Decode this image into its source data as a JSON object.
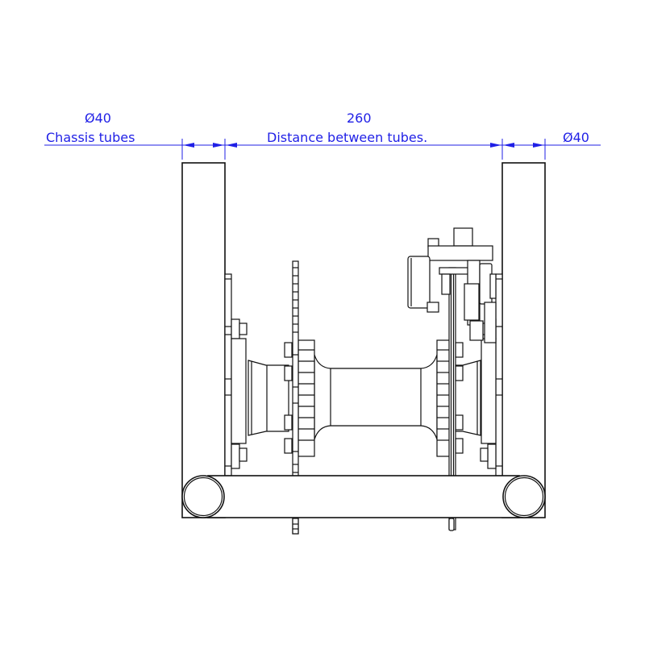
{
  "drawing": {
    "type": "technical-drawing",
    "view": "top view of rear axle assembly between chassis tubes",
    "line_color": "#111111",
    "dimension_color": "#1f1fe6"
  },
  "dimensions": {
    "left_tube": {
      "value": "Ø40",
      "label": "Chassis tubes"
    },
    "center": {
      "value": "260",
      "label": "Distance between tubes."
    },
    "right_tube": {
      "value": "Ø40",
      "label": ""
    }
  },
  "components": [
    {
      "name": "left-chassis-tube"
    },
    {
      "name": "right-chassis-tube"
    },
    {
      "name": "cross-tube"
    },
    {
      "name": "axle-hub"
    },
    {
      "name": "sprocket"
    },
    {
      "name": "brake-disc"
    },
    {
      "name": "brake-caliper"
    },
    {
      "name": "left-bearing-plate"
    },
    {
      "name": "right-bearing-plate"
    }
  ]
}
